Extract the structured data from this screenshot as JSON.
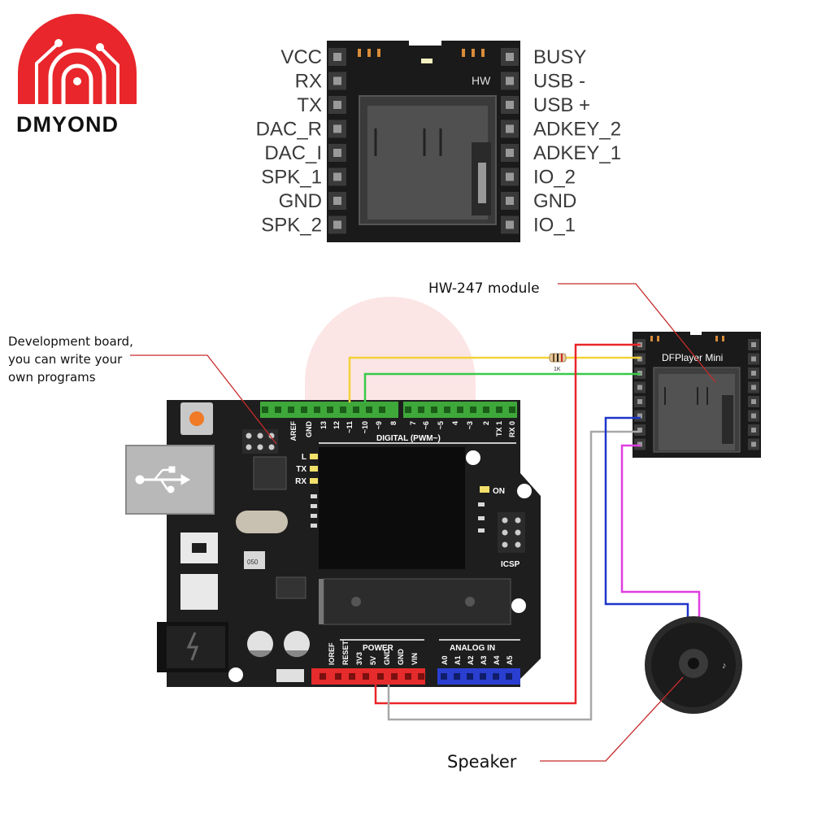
{
  "brand": {
    "name": "DMYOND"
  },
  "module_pinout": {
    "chip_label": "HW",
    "left_pins": [
      "VCC",
      "RX",
      "TX",
      "DAC_R",
      "DAC_I",
      "SPK_1",
      "GND",
      "SPK_2"
    ],
    "right_pins": [
      "BUSY",
      "USB -",
      "USB +",
      "ADKEY_2",
      "ADKEY_1",
      "IO_2",
      "GND",
      "IO_1"
    ]
  },
  "annotations": {
    "module": "HW-247 module",
    "board_line1": "Development board,",
    "board_line2": "you can write your",
    "board_line3": "own programs",
    "speaker": "Speaker"
  },
  "small_module": {
    "label": "DFPlayer Mini"
  },
  "resistor": {
    "value": "1K"
  },
  "board": {
    "digital_title": "DIGITAL (PWM~)",
    "digital_pins": [
      "AREF",
      "GND",
      "13",
      "12",
      "~11",
      "~10",
      "~9",
      "8",
      "7",
      "~6",
      "~5",
      "4",
      "~3",
      "2",
      "TX 1",
      "RX 0"
    ],
    "leds": [
      "L",
      "TX",
      "RX"
    ],
    "on_label": "ON",
    "icsp_label": "ICSP",
    "power_title": "POWER",
    "power_pins": [
      "IOREF",
      "RESET",
      "3V3",
      "5V",
      "GND",
      "GND",
      "VIN"
    ],
    "analog_title": "ANALOG IN",
    "analog_pins": [
      "A0",
      "A1",
      "A2",
      "A3",
      "A4",
      "A5"
    ],
    "chip_code": "050"
  },
  "wire_colors": {
    "red": "#e8262b",
    "yellow": "#f2d23a",
    "green": "#38c94a",
    "blue": "#1f35c9",
    "magenta": "#e03ee0",
    "gray": "#a8a8a8",
    "leader": "#c62b2b"
  }
}
